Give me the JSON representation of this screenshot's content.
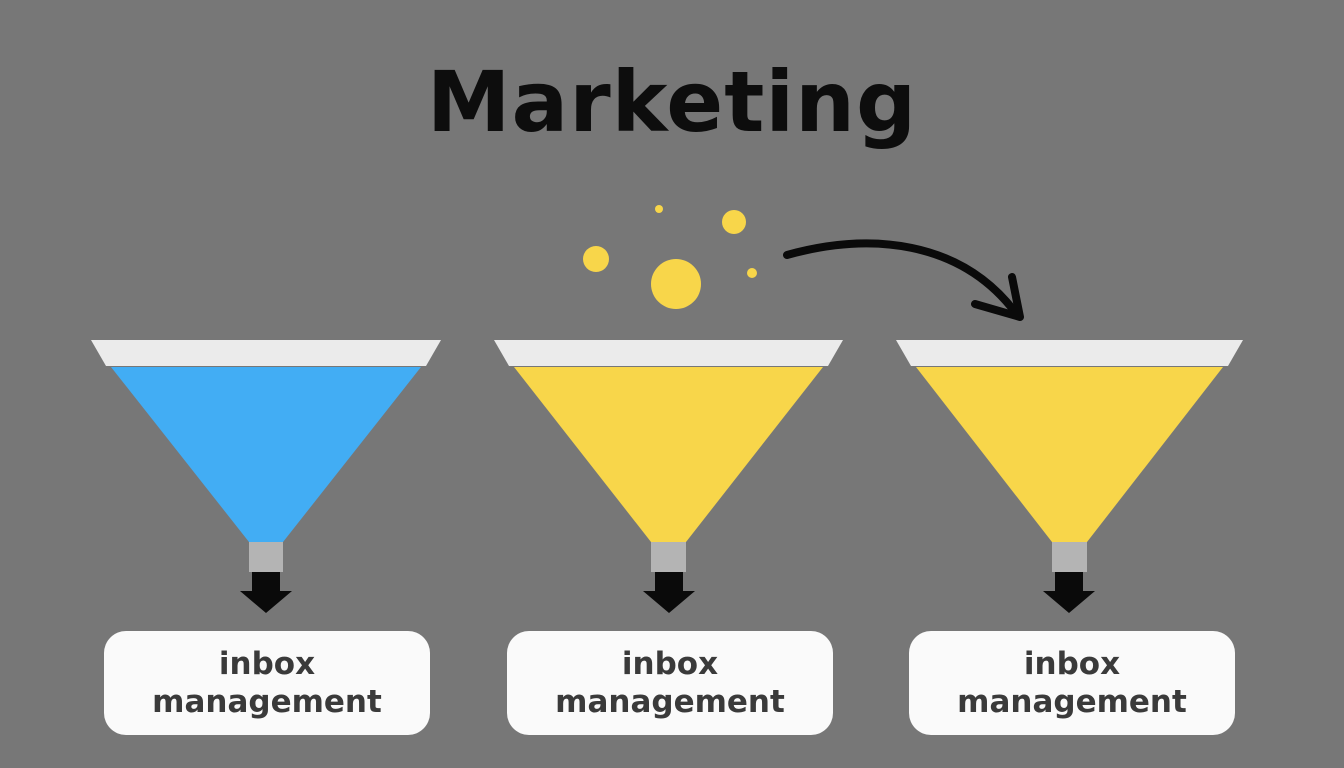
{
  "title": "Marketing",
  "colors": {
    "background": "#777777",
    "funnel_rim": "#ebebeb",
    "funnel_blue": "#42adf4",
    "funnel_yellow": "#f8d64a",
    "spout": "#b4b4b4",
    "arrow": "#0a0a0a",
    "bubbles": "#f8d64a",
    "label_box": "#fafafa"
  },
  "funnels": [
    {
      "color_name": "blue",
      "label_line1": "inbox",
      "label_line2": "management"
    },
    {
      "color_name": "yellow",
      "label_line1": "inbox",
      "label_line2": "management"
    },
    {
      "color_name": "yellow",
      "label_line1": "inbox",
      "label_line2": "management"
    }
  ],
  "icons": [
    "bubble-icon",
    "curved-arrow-icon",
    "down-arrow-icon"
  ]
}
